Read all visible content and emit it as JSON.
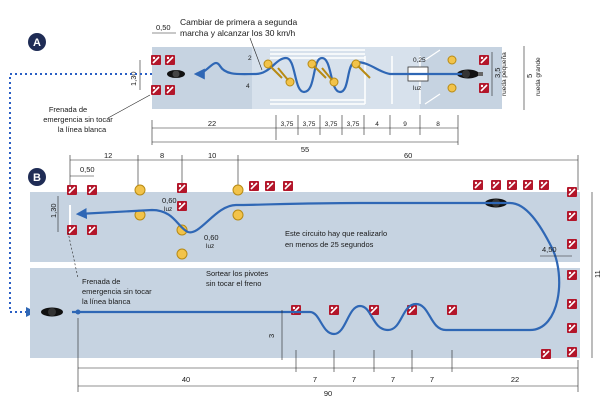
{
  "section_a": {
    "badge": "A",
    "title_line1": "Cambiar de primera a segunda",
    "title_line2": "marcha y alcanzar los 30 km/h",
    "note_line1": "Frenada de",
    "note_line2": "emergencia sin tocar",
    "note_line3": "la línea blanca",
    "dim_050": "0,50",
    "dim_130": "1,30",
    "dim_2": "2",
    "dim_4": "4",
    "dim_025": "0,25",
    "dim_luz": "luz",
    "dim_35": "3,5",
    "dim_5": "5",
    "rueda_pequena": "rueda pequeña",
    "rueda_grande": "rueda grande",
    "bottom_dims": [
      "22",
      "3,75",
      "3,75",
      "3,75",
      "3,75",
      "4",
      "9",
      "8"
    ],
    "total": "55"
  },
  "section_b": {
    "badge": "B",
    "top_dims": [
      "0,50",
      "12",
      "8",
      "10",
      "60"
    ],
    "dim_130": "1,30",
    "dim_060_a": "0,60",
    "dim_060_b": "0,60",
    "luz_a": "luz",
    "luz_b": "luz",
    "circuit_line1": "Este circuito hay que realizarlo",
    "circuit_line2": "en menos de 25 segundos",
    "pivots_line1": "Sortear los pivotes",
    "pivots_line2": "sin tocar el freno",
    "brake_line1": "Frenada de",
    "brake_line2": "emergencia sin tocar",
    "brake_line3": "la línea blanca",
    "dim_450": "4,50",
    "dim_11": "11",
    "dim_3": "3",
    "bottom_dims": [
      "40",
      "7",
      "7",
      "7",
      "7",
      "22"
    ],
    "total": "90"
  },
  "colors": {
    "track": "#c6d3e1",
    "path": "#2f67b5",
    "dotted": "#2a5fc4",
    "cone": "#b3162a",
    "pivot": "#f2c34a"
  }
}
